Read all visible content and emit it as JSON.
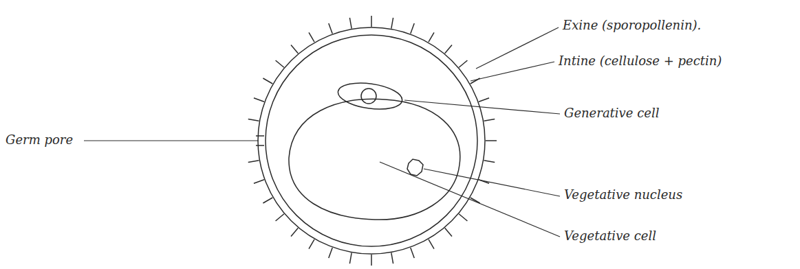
{
  "diagram": {
    "labels": [
      "Exine (sporopollenin).",
      "Intine (cellulose + pectin)",
      "Generative cell",
      "Vegetative nucleus",
      "Vegetative cell",
      "Germ pore"
    ]
  }
}
